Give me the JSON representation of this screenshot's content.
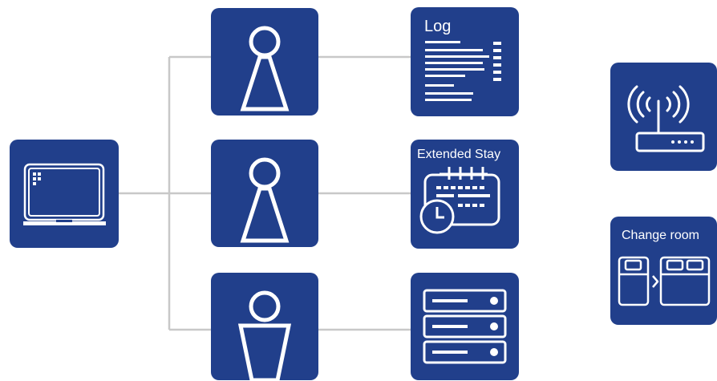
{
  "colors": {
    "tile": "#213F8B",
    "icon": "#FFFFFF",
    "connector": "#C8C8C8",
    "background": "#FFFFFF"
  },
  "tiles": {
    "laptop": {
      "icon": "laptop-icon"
    },
    "person_top": {
      "icon": "person-icon"
    },
    "person_middle": {
      "icon": "person-icon"
    },
    "person_bottom": {
      "icon": "person-icon"
    },
    "log": {
      "label": "Log",
      "icon": "log-document-icon"
    },
    "extended_stay": {
      "label": "Extended Stay",
      "icon": "calendar-clock-icon"
    },
    "servers": {
      "icon": "server-stack-icon"
    },
    "router": {
      "icon": "wifi-router-icon"
    },
    "change_room": {
      "label": "Change room",
      "icon": "beds-transfer-icon"
    }
  }
}
